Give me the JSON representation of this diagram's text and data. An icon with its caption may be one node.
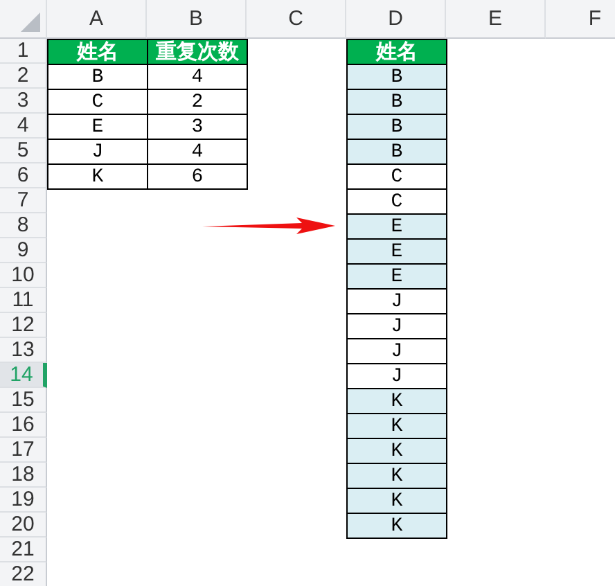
{
  "diagram": {
    "labels": [
      "A",
      "B",
      "C",
      "D",
      "E",
      "F",
      "1",
      "姓名",
      "重复次数",
      "姓名",
      "2",
      "B",
      "4",
      "B",
      "3",
      "C",
      "2",
      "B",
      "4",
      "E",
      "3",
      "B",
      "5",
      "J",
      "4",
      "B",
      "6",
      "K",
      "6",
      "C",
      "7",
      "C",
      "8",
      "E",
      "9",
      "E",
      "10",
      "E",
      "11",
      "J",
      "12",
      "J",
      "13",
      "J",
      "14",
      "J",
      "15",
      "K",
      "16",
      "K",
      "17",
      "K",
      "18",
      "K",
      "19",
      "K",
      "20",
      "K",
      "21",
      "22"
    ]
  }
}
